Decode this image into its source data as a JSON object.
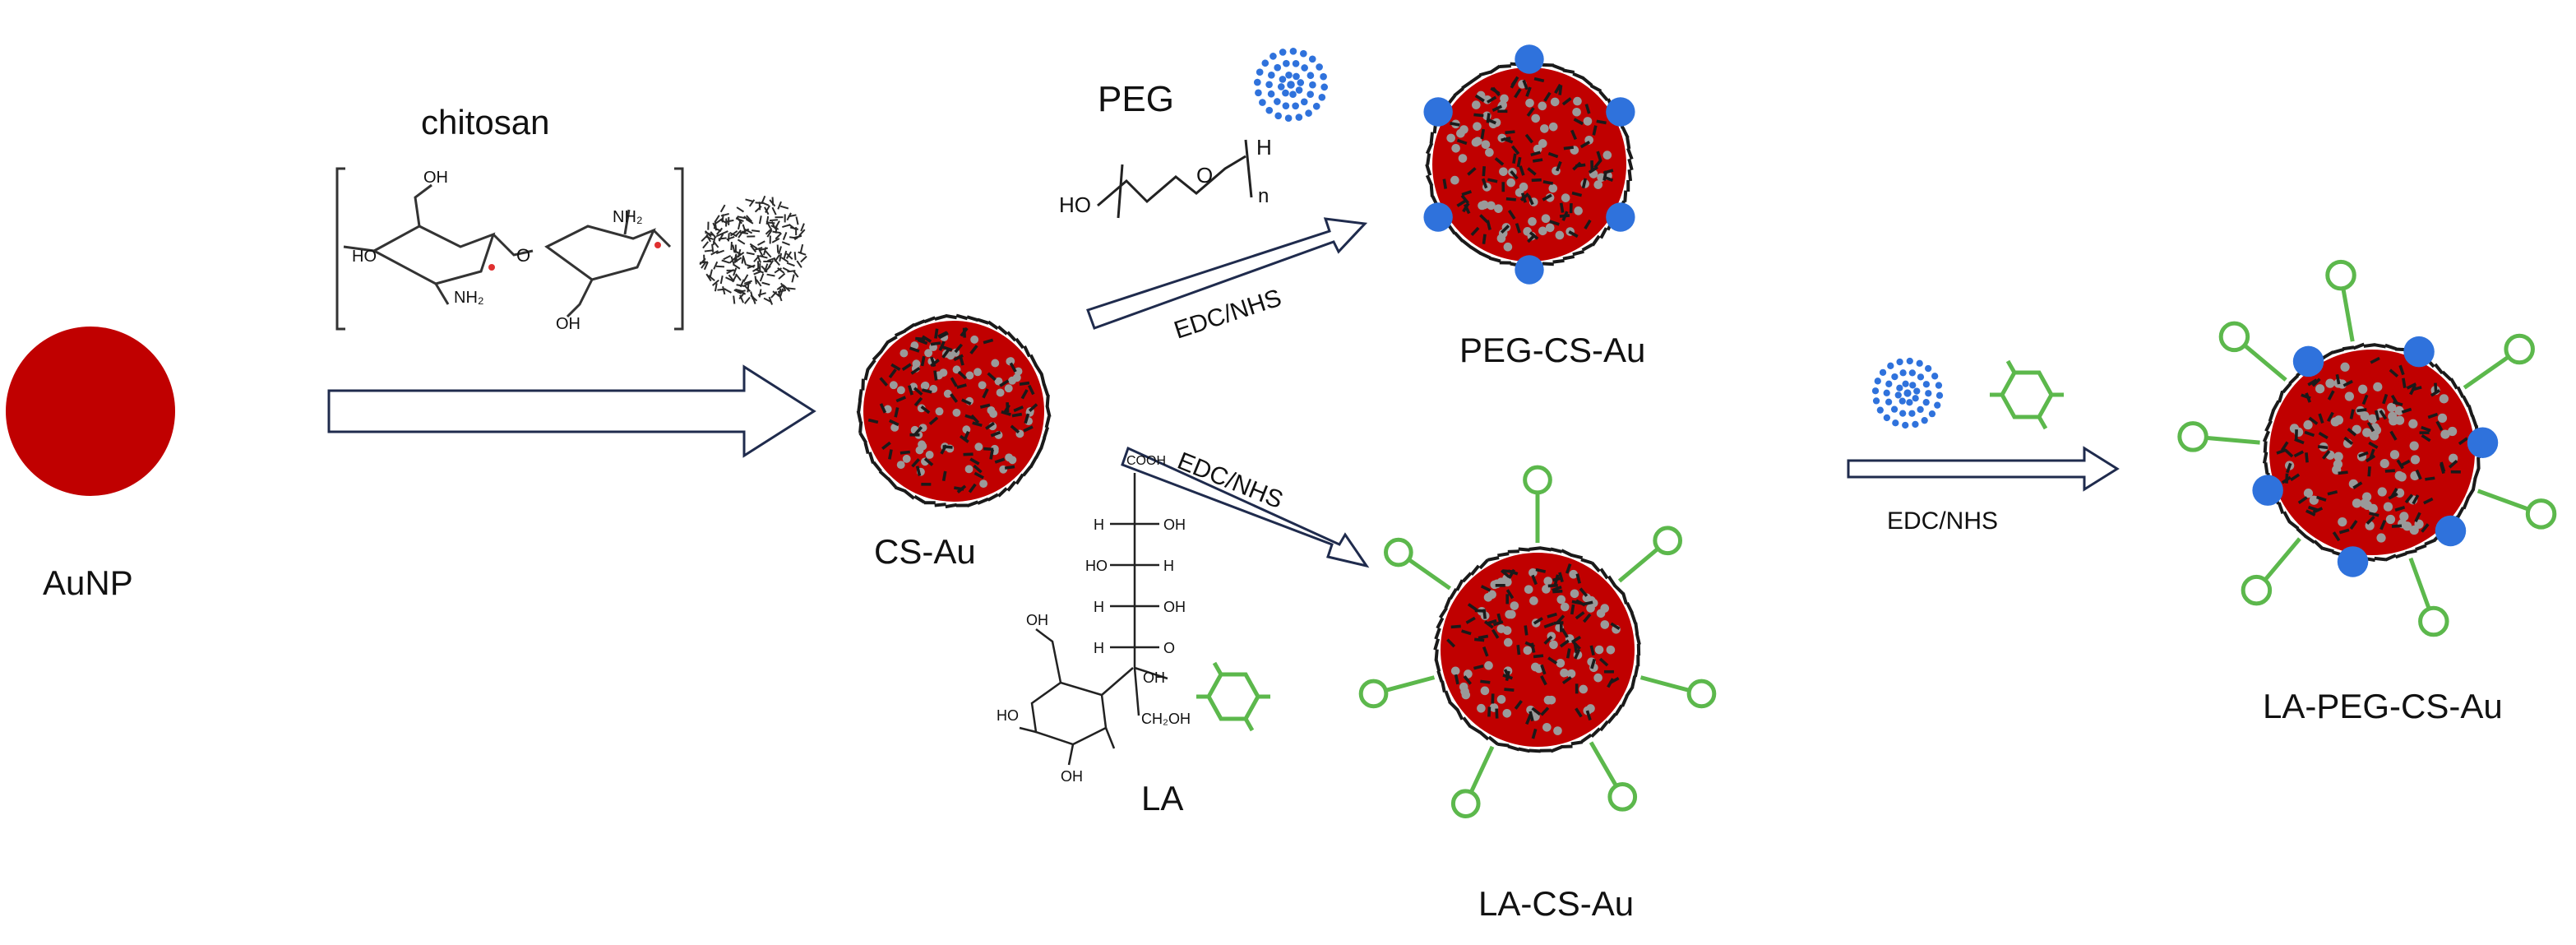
{
  "labels": {
    "aunp": "AuNP",
    "chitosan": "chitosan",
    "cs_au": "CS-Au",
    "peg": "PEG",
    "peg_cs_au": "PEG-CS-Au",
    "la": "LA",
    "la_cs_au": "LA-CS-Au",
    "la_peg_cs_au": "LA-PEG-CS-Au",
    "edc_nhs_top": "EDC/NHS",
    "edc_nhs_bottom": "EDC/NHS",
    "edc_nhs_right": "EDC/NHS"
  },
  "chem": {
    "chitosan_oh_1": "OH",
    "chitosan_ho": "HO",
    "chitosan_nh2_1": "NH₂",
    "chitosan_o_link": "O",
    "chitosan_nh2_2": "NH₂",
    "chitosan_oh_2": "OH",
    "peg_ho": "HO",
    "peg_o": "O",
    "peg_h": "H",
    "peg_n": "n",
    "la_cooh": "COOH",
    "la_h1": "H",
    "la_oh1": "OH",
    "la_ho2": "HO",
    "la_h2": "H",
    "la_h3": "H",
    "la_oh3": "OH",
    "la_h4": "H",
    "la_o4": "O",
    "la_oh_ring_top": "OH",
    "la_ho_ring": "HO",
    "la_oh_ring_bottom": "OH",
    "la_ch2oh": "CH₂OH",
    "la_oh_side": "OH"
  },
  "colors": {
    "gold_core": "#c00000",
    "peg_dot": "#2f72dc",
    "la_ligand": "#5cb84c",
    "arrow_stroke": "#1f2b4d"
  }
}
